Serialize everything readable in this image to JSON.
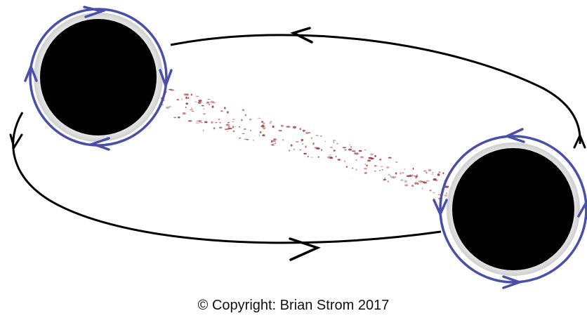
{
  "diagram": {
    "copyright": "© Copyright: Brian Strom 2017",
    "bodies": [
      "black-hole",
      "black-hole"
    ],
    "colors": {
      "orbit": "#000000",
      "spin_ring": "#4a4fa8",
      "black_hole": "#000000",
      "stream": "#9c3a3a"
    }
  }
}
